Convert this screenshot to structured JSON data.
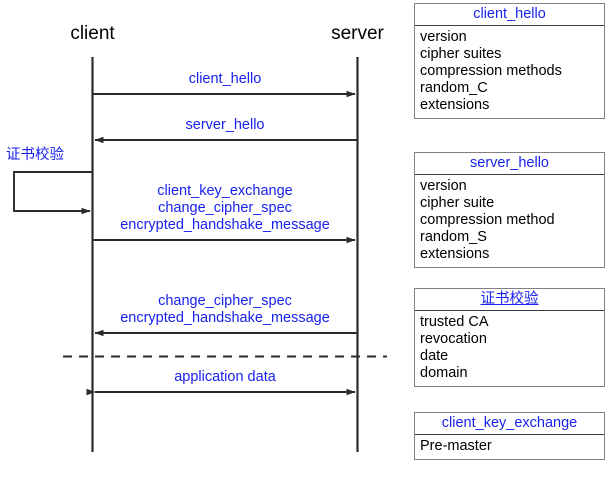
{
  "diagram": {
    "type": "sequence-diagram",
    "actors": [
      {
        "id": "client",
        "label": "client"
      },
      {
        "id": "server",
        "label": "server"
      }
    ],
    "messages": [
      {
        "id": "client-hello",
        "lines": [
          "client_hello"
        ],
        "direction": "client-to-server",
        "arrow": "right"
      },
      {
        "id": "server-hello",
        "lines": [
          "server_hello"
        ],
        "direction": "server-to-client",
        "arrow": "left"
      },
      {
        "id": "client-key-exchange-group",
        "lines": [
          "client_key_exchange",
          "change_cipher_spec",
          "encrypted_handshake_message"
        ],
        "direction": "client-to-server",
        "arrow": "right"
      },
      {
        "id": "server-change-cipher-group",
        "lines": [
          "change_cipher_spec",
          "encrypted_handshake_message"
        ],
        "direction": "server-to-client",
        "arrow": "left"
      },
      {
        "id": "application-data",
        "lines": [
          "application data"
        ],
        "direction": "bidirectional",
        "arrow": "both"
      }
    ],
    "self_message": {
      "id": "certificate-verify",
      "label": "证书校验",
      "actor": "client"
    },
    "separator": {
      "id": "handshake-complete-separator",
      "style": "dashed"
    },
    "colors": {
      "message_text": "#1822ee",
      "line": "#2b2b2b",
      "actor_text": "#000000",
      "box_border": "#808080",
      "box_title_text": "#1822ee",
      "box_body_text": "#000000"
    }
  },
  "info_boxes": [
    {
      "id": "client-hello-box",
      "title": "client_hello",
      "title_underlined": false,
      "rows": [
        "version",
        "cipher suites",
        "compression methods",
        "random_C",
        "extensions"
      ]
    },
    {
      "id": "server-hello-box",
      "title": "server_hello",
      "title_underlined": false,
      "rows": [
        "version",
        "cipher suite",
        "compression method",
        "random_S",
        "extensions"
      ]
    },
    {
      "id": "certificate-verify-box",
      "title": "证书校验",
      "title_underlined": true,
      "rows": [
        "trusted CA",
        "revocation",
        "date",
        "domain"
      ]
    },
    {
      "id": "client-key-exchange-box",
      "title": "client_key_exchange",
      "title_underlined": false,
      "rows": [
        "Pre-master"
      ]
    }
  ]
}
